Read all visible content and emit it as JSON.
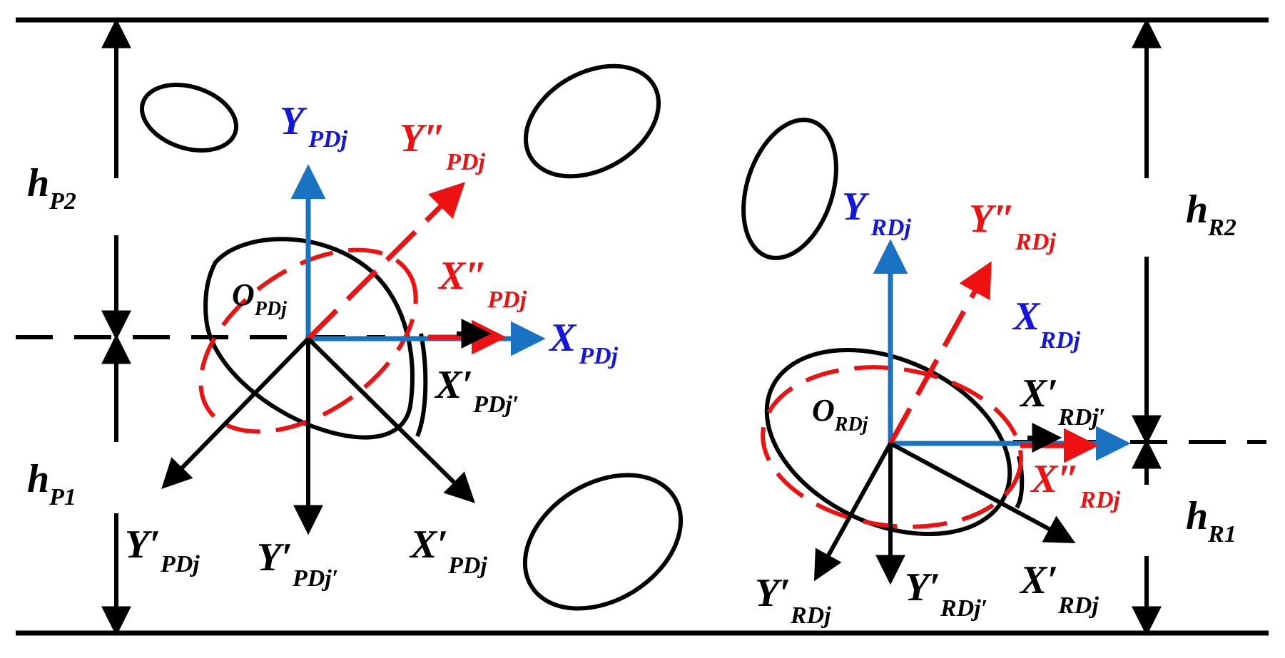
{
  "colors": {
    "black": "#000000",
    "blue": "#1a73c2",
    "blue_text": "#1515e0",
    "red": "#ee1111"
  },
  "labels": {
    "hP2": {
      "main": "h",
      "sub": "P2"
    },
    "hP1": {
      "main": "h",
      "sub": "P1"
    },
    "hR2": {
      "main": "h",
      "sub": "R2"
    },
    "hR1": {
      "main": "h",
      "sub": "R1"
    },
    "Y_PDj": {
      "main": "Y",
      "sub": "PDj"
    },
    "Y2_PDj": {
      "main": "Y″",
      "sub": "PDj"
    },
    "X2_PDj": {
      "main": "X″",
      "sub": "PDj"
    },
    "X_PDj": {
      "main": "X",
      "sub": "PDj"
    },
    "O_PDj": {
      "main": "O",
      "sub": "PDj"
    },
    "X1_PDj_prime": {
      "main": "X′",
      "sub": "PDj′"
    },
    "Y1_PDj": {
      "main": "Y′",
      "sub": "PDj"
    },
    "Y1_PDj_prime": {
      "main": "Y′",
      "sub": "PDj′"
    },
    "X1_PDj": {
      "main": "X′",
      "sub": "PDj"
    },
    "Y_RDj": {
      "main": "Y",
      "sub": "RDj"
    },
    "Y2_RDj": {
      "main": "Y″",
      "sub": "RDj"
    },
    "X_RDj": {
      "main": "X",
      "sub": "RDj"
    },
    "O_RDj": {
      "main": "O",
      "sub": "RDj"
    },
    "X1_RDj_prime": {
      "main": "X′",
      "sub": "RDj′"
    },
    "X2_RDj": {
      "main": "X″",
      "sub": "RDj"
    },
    "Y1_RDj": {
      "main": "Y′",
      "sub": "RDj"
    },
    "Y1_RDj_prime": {
      "main": "Y′",
      "sub": "RDj′"
    },
    "X1_RDj": {
      "main": "X′",
      "sub": "RDj"
    }
  }
}
